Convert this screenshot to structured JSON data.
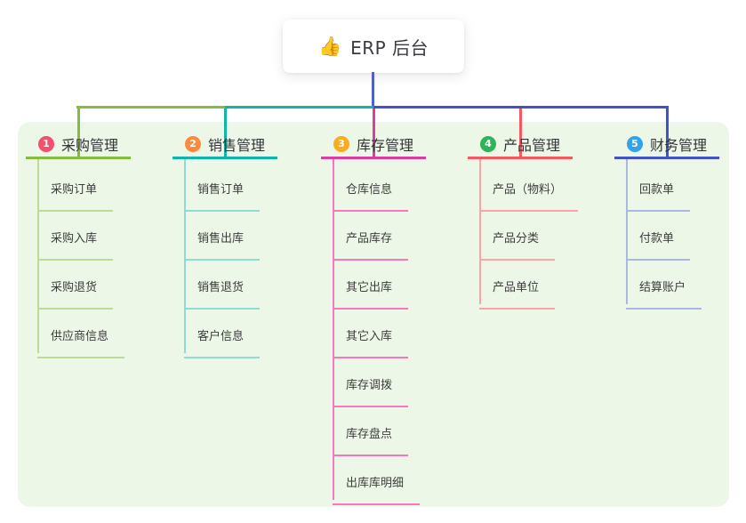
{
  "root": {
    "icon": "👍",
    "label": "ERP 后台",
    "icon_name": "thumbs-up-icon"
  },
  "palette": {
    "page_background": "#ffffff",
    "panel_background": "#edf7e8",
    "root_connector": "#4c5fca",
    "root_text": "#3a3a40",
    "branch_text": "#333338",
    "child_text": "#3c3c3c"
  },
  "branches": [
    {
      "badge": "1",
      "label": "采购管理",
      "badge_color": "#f3506c",
      "line_color": "#84bb41",
      "child_line_color": "#b9dd96",
      "children": [
        "采购订单",
        "采购入库",
        "采购退货",
        "供应商信息"
      ]
    },
    {
      "badge": "2",
      "label": "销售管理",
      "badge_color": "#fc8a3d",
      "line_color": "#10b5a9",
      "child_line_color": "#8fdcd6",
      "children": [
        "销售订单",
        "销售出库",
        "销售退货",
        "客户信息"
      ]
    },
    {
      "badge": "3",
      "label": "库存管理",
      "badge_color": "#fbab20",
      "line_color": "#dd3d9d",
      "child_line_color": "#f279bf",
      "children": [
        "仓库信息",
        "产品库存",
        "其它出库",
        "其它入库",
        "库存调拨",
        "库存盘点",
        "出库库明细"
      ]
    },
    {
      "badge": "4",
      "label": "产品管理",
      "badge_color": "#2eb456",
      "line_color": "#f65760",
      "child_line_color": "#fba3a8",
      "children": [
        "产品（物料）",
        "产品分类",
        "产品单位"
      ]
    },
    {
      "badge": "5",
      "label": "财务管理",
      "badge_color": "#32a3e9",
      "line_color": "#4254c5",
      "child_line_color": "#a9b8e3",
      "children": [
        "回款单",
        "付款单",
        "结算账户"
      ]
    }
  ]
}
